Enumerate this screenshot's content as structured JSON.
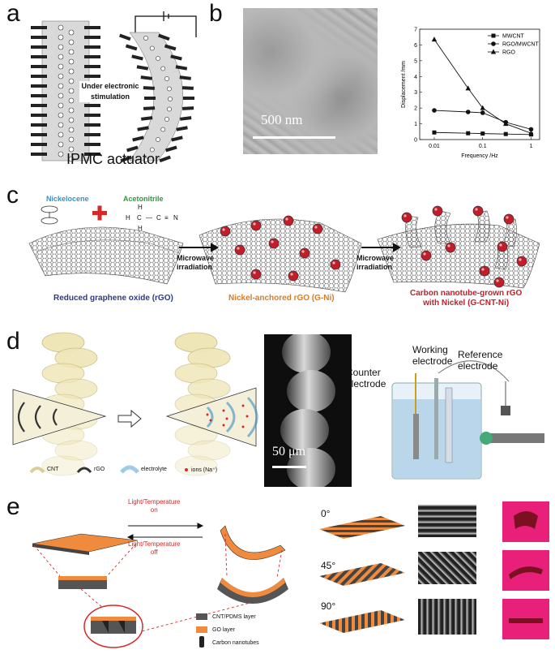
{
  "panels": {
    "a": "a",
    "b": "b",
    "c": "c",
    "d": "d",
    "e": "e"
  },
  "panel_a": {
    "arrow_label_line1": "Under electronic",
    "arrow_label_line2": "stimulation",
    "title": "IPMC actuator"
  },
  "panel_b": {
    "scale_bar": "500 nm"
  },
  "chart_data": {
    "type": "line",
    "x": [
      0.01,
      0.05,
      0.1,
      0.3,
      1
    ],
    "xlabel": "Frequency /Hz",
    "ylabel": "Displacement /mm",
    "x_ticks": [
      "0.01",
      "0.1",
      "1"
    ],
    "y_ticks": [
      "0",
      "1",
      "2",
      "3",
      "4",
      "5",
      "6",
      "7"
    ],
    "xscale": "log",
    "xlim": [
      0.005,
      1.5
    ],
    "ylim": [
      0,
      7
    ],
    "legend_position": "top-right",
    "series": [
      {
        "name": "MWCNT",
        "marker": "square",
        "values": [
          0.45,
          0.4,
          0.38,
          0.35,
          0.32
        ]
      },
      {
        "name": "RGO/MWCNT",
        "marker": "circle",
        "values": [
          1.85,
          1.75,
          1.7,
          1.1,
          0.65
        ]
      },
      {
        "name": "RGO",
        "marker": "triangle",
        "values": [
          6.35,
          3.25,
          2.0,
          1.0,
          0.4
        ]
      }
    ]
  },
  "panel_c": {
    "nickelocene": "Nickelocene",
    "acetonitrile": "Acetonitrile",
    "mol_h1": "H",
    "mol_h2": "H",
    "mol_h3": "H",
    "mol_c1": "C",
    "mol_c2": "C",
    "mol_n": "N",
    "step1_line1": "Microwave",
    "step1_line2": "irradiation",
    "step2_line1": "Microwave",
    "step2_line2": "irradiation",
    "cap1": "Reduced graphene oxide (rGO)",
    "cap2": "Nickel-anchored rGO (G-Ni)",
    "cap3_line1": "Carbon nanotube-grown rGO",
    "cap3_line2": "with Nickel (G-CNT-Ni)",
    "colors": {
      "nickelocene": "#3a8fc8",
      "acetonitrile": "#2e9a3a",
      "cap1": "#2b3a8a",
      "cap2": "#e07a1f",
      "cap3": "#c0202a"
    }
  },
  "panel_d": {
    "scale_bar": "50 μm",
    "counter_line1": "Counter",
    "counter_line2": "electrode",
    "working_line1": "Working",
    "working_line2": "electrode",
    "reference_line1": "Reference",
    "reference_line2": "electrode",
    "legend": {
      "cnt": "CNT",
      "rgo": "rGO",
      "electrolyte": "electrolyte",
      "ions": "ions (Na⁺)"
    }
  },
  "panel_e": {
    "on_line1": "Light/Temperature",
    "on_line2": "on",
    "off_line1": "Light/Temperature",
    "off_line2": "off",
    "legend": {
      "cnt": "CNT/PDMS layer",
      "go": "GO layer",
      "tubes": "Carbon nanotubes"
    },
    "angles": [
      "0°",
      "45°",
      "90°"
    ],
    "colors": {
      "orange": "#f08a3c",
      "dark": "#4a4a4a",
      "red": "#d62a2a",
      "pink": "#e8207a"
    }
  }
}
